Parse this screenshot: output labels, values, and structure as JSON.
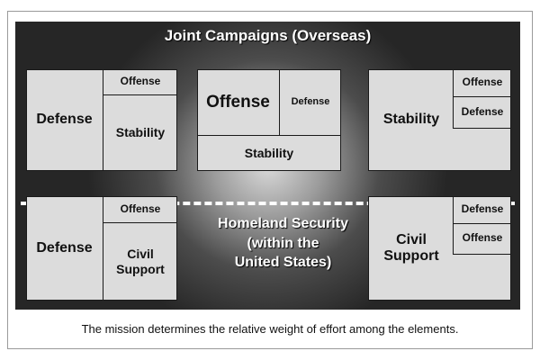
{
  "diagram": {
    "title": "Joint Campaigns (Overseas)",
    "overseas": {
      "left_box": {
        "main": "Defense",
        "top_right": "Offense",
        "bottom_right": "Stability"
      },
      "center_box": {
        "main": "Offense",
        "top_right": "Defense",
        "bottom": "Stability"
      },
      "right_box": {
        "main": "Stability",
        "top_right": "Offense",
        "bottom_right": "Defense"
      }
    },
    "homeland": {
      "label_lines": [
        "Homeland Security",
        "(within the",
        "United States)"
      ],
      "left_box": {
        "main": "Defense",
        "top_right": "Offense",
        "bottom_right": "Civil Support"
      },
      "right_box": {
        "main": "Civil Support",
        "top_right": "Defense",
        "bottom_right": "Offense"
      }
    },
    "caption": "The mission determines the relative weight of effort among the elements."
  }
}
